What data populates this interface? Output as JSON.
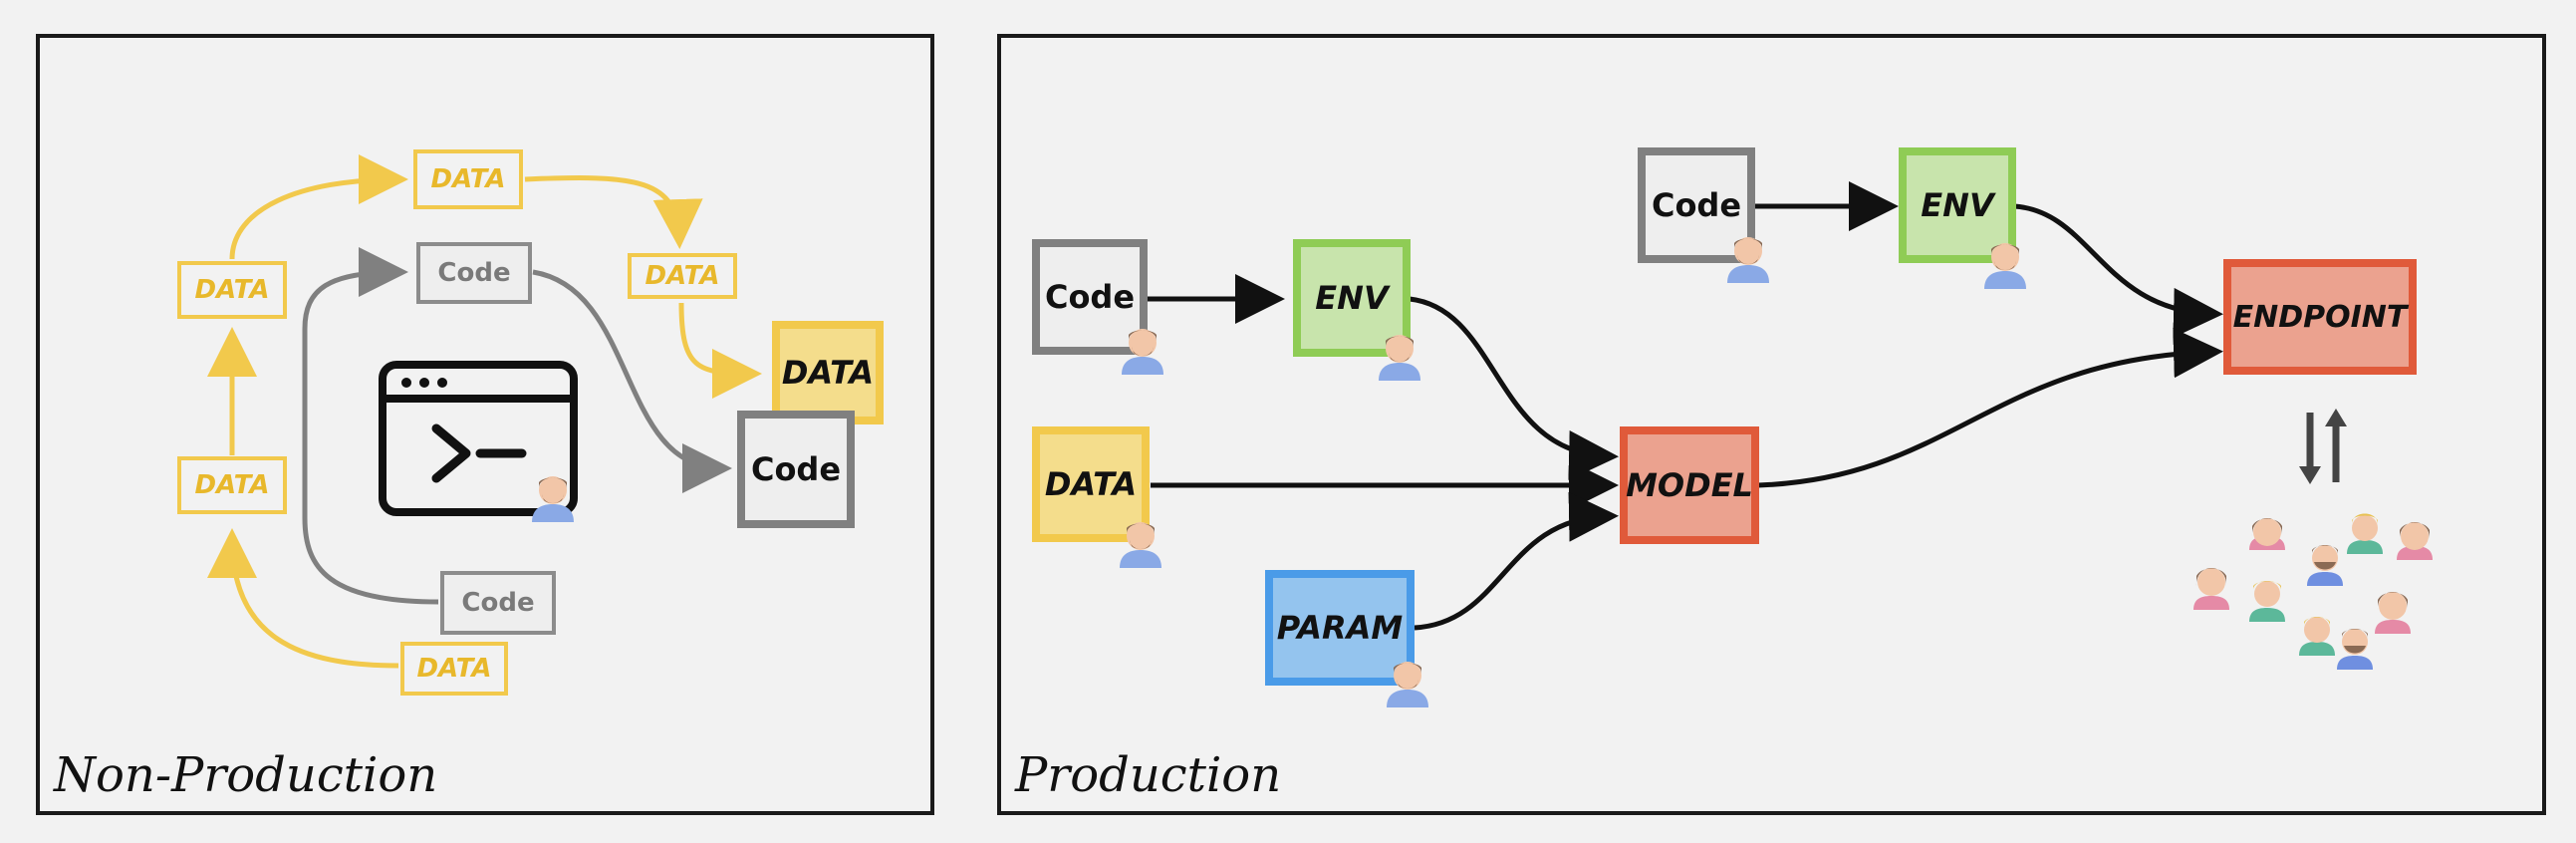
{
  "panels": {
    "non_production": {
      "title": "Non-Production"
    },
    "production": {
      "title": "Production"
    }
  },
  "non_production_boxes": {
    "data_1": "DATA",
    "data_2": "DATA",
    "data_3": "DATA",
    "data_4": "DATA",
    "data_5": "DATA",
    "data_main": "DATA",
    "code_1": "Code",
    "code_2": "Code",
    "code_main": "Code"
  },
  "production_boxes": {
    "code_top": "Code",
    "env_top": "ENV",
    "endpoint": "ENDPOINT",
    "code_left": "Code",
    "env_left": "ENV",
    "data": "DATA",
    "model": "MODEL",
    "param": "PARAM"
  },
  "icons": [
    "terminal-window-icon",
    "developer-avatar-icon",
    "users-crowd-icon",
    "exchange-arrows-icon"
  ],
  "colors": {
    "code": "#808080",
    "env": "#8fcc55",
    "data": "#f2c94c",
    "param": "#4a9be8",
    "model": "#e05a3a",
    "arrow": "#111111"
  }
}
